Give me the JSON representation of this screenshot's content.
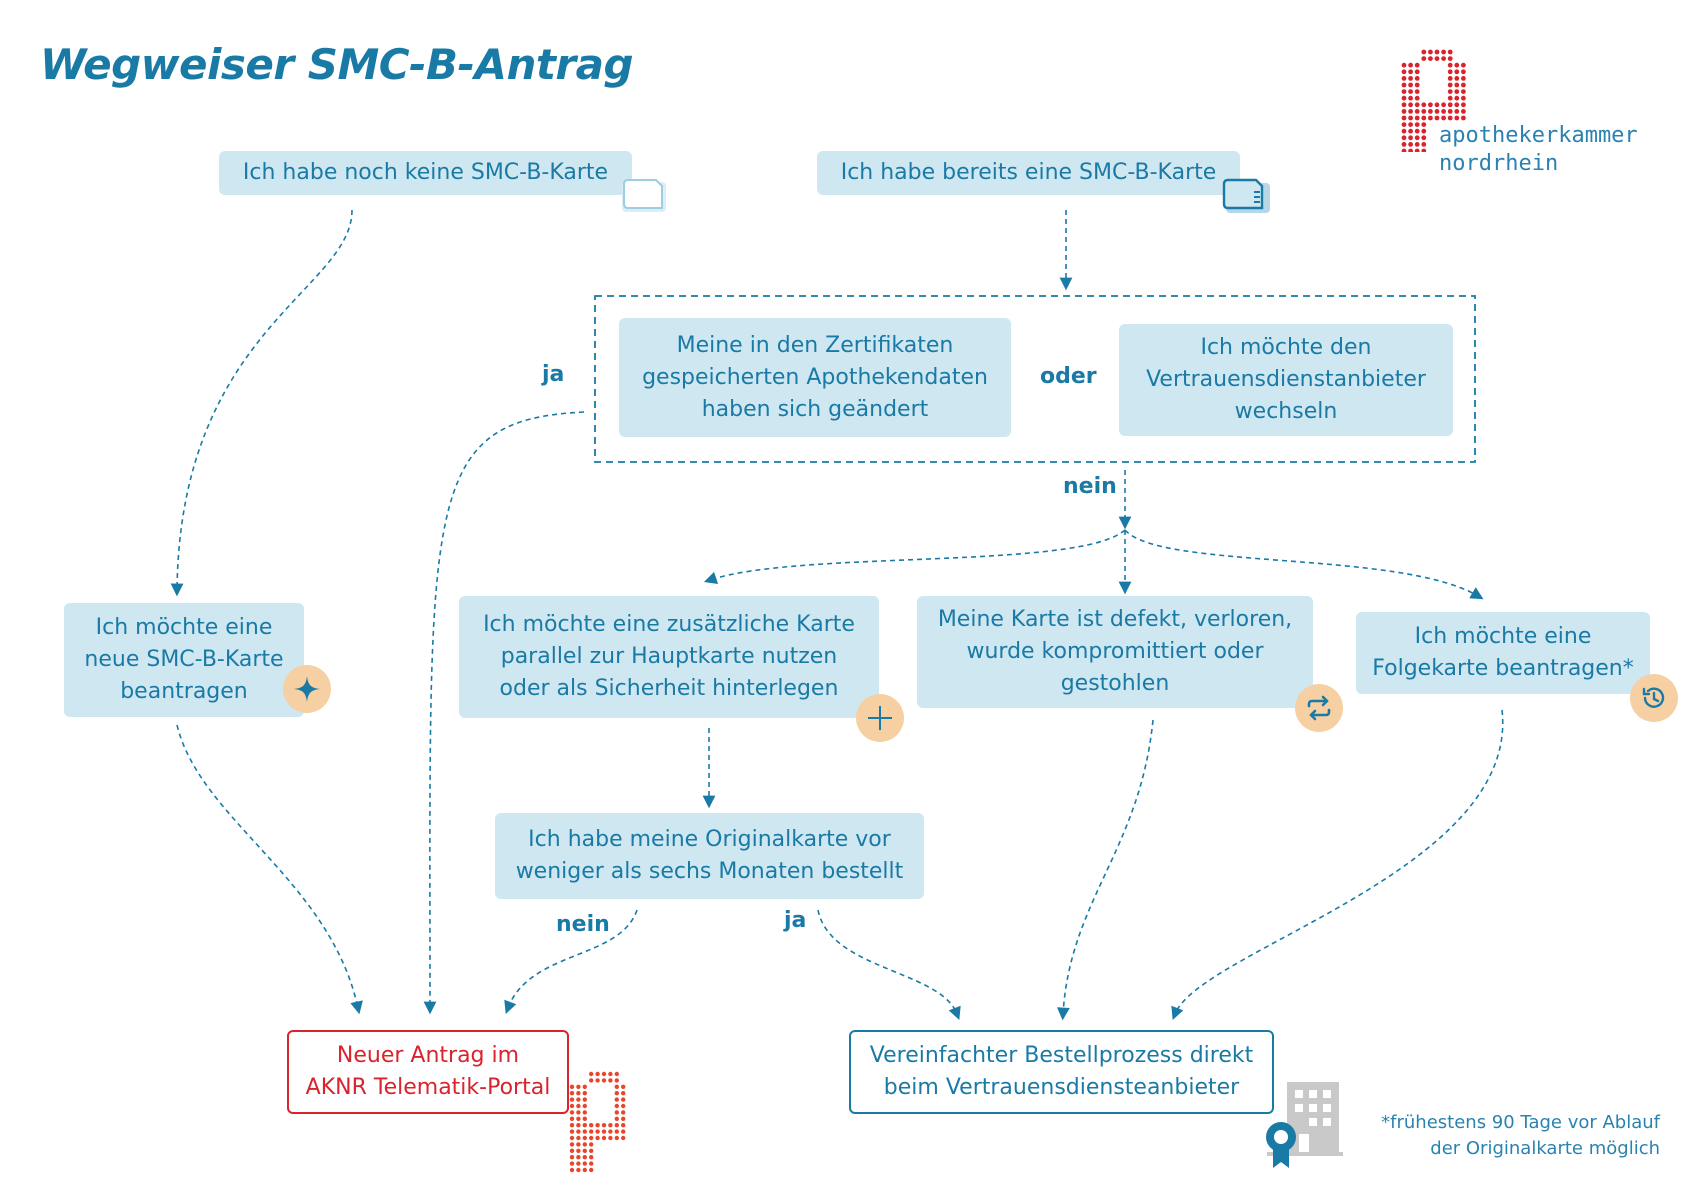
{
  "title": "Wegweiser SMC-B-Antrag",
  "logo": {
    "line1": "apothekerkammer",
    "line2": "nordrhein"
  },
  "colors": {
    "primary": "#1a7aa6",
    "box_fill": "#cfe7f0",
    "red": "#d9232d",
    "badge": "#f6cfa2"
  },
  "start": {
    "no_card": "Ich habe noch keine SMC-B-Karte",
    "has_card": "Ich habe bereits eine SMC-B-Karte"
  },
  "question": {
    "option_a": "Meine in den Zertifikaten\ngespeicherten Apothekendaten\nhaben sich geändert",
    "connector": "oder",
    "option_b": "Ich möchte den\nVertrauensdienstanbieter\nwechseln",
    "yes_label": "ja",
    "no_label": "nein"
  },
  "options": {
    "new_card": "Ich möchte eine\nneue SMC-B-Karte\nbeantragen",
    "additional": "Ich möchte eine zusätzliche Karte\nparallel zur Hauptkarte nutzen\noder als Sicherheit hinterlegen",
    "defect": "Meine Karte ist defekt, verloren,\nwurde kompromittiert oder\ngestohlen",
    "followup": "Ich möchte eine\nFolgekarte beantragen*"
  },
  "sub_question": {
    "text": "Ich habe meine Originalkarte vor\nweniger als sechs Monaten bestellt",
    "no_label": "nein",
    "yes_label": "ja"
  },
  "outcomes": {
    "portal": "Neuer Antrag im\nAKNR Telematik-Portal",
    "vda": "Vereinfachter Bestellprozess direkt\nbeim Vertrauensdiensteanbieter"
  },
  "footnote": {
    "line1": "*frühestens 90 Tage vor Ablauf",
    "line2": "der Originalkarte möglich"
  },
  "icons": [
    "card-outline-icon",
    "card-chip-icon",
    "sparkle-icon",
    "plus-icon",
    "swap-icon",
    "history-icon",
    "aknr-logo-icon",
    "building-certificate-icon"
  ]
}
